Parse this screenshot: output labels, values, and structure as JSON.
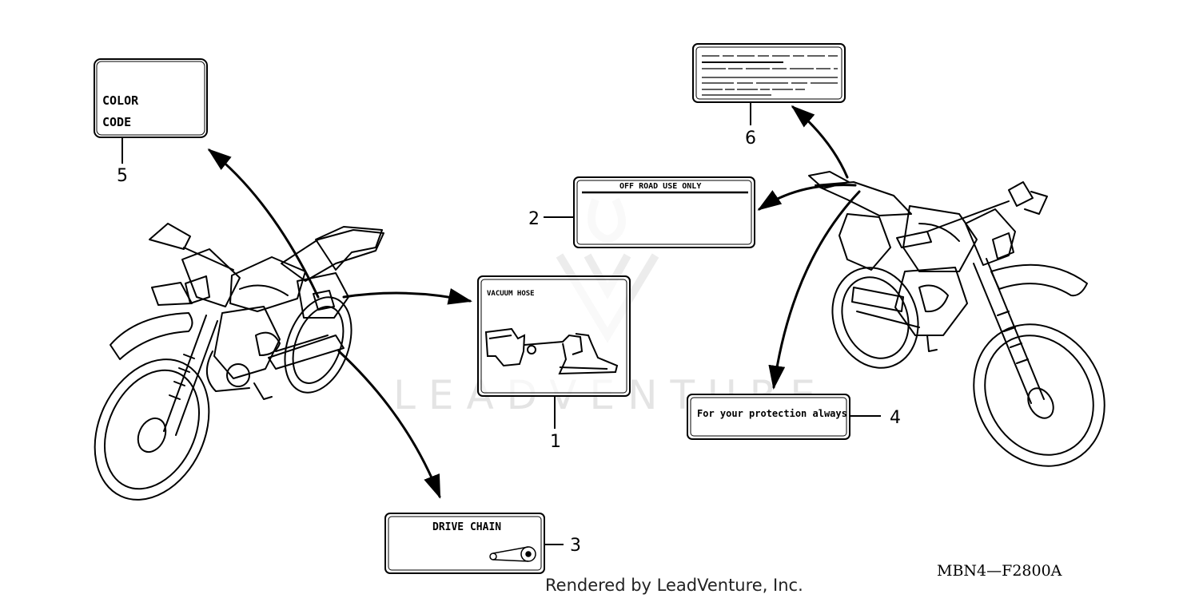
{
  "labels": {
    "color_code_line1": "COLOR",
    "color_code_line2": "CODE",
    "off_road": "OFF ROAD USE ONLY",
    "vacuum_hose": "VACUUM HOSE",
    "protection": "For your protection always",
    "drive_chain": "DRIVE CHAIN"
  },
  "callouts": {
    "n1": "1",
    "n2": "2",
    "n3": "3",
    "n4": "4",
    "n5": "5",
    "n6": "6"
  },
  "part_code": "MBN4—F2800A",
  "footer": "Rendered by LeadVenture, Inc.",
  "watermark": "LEADVENTURE",
  "colors": {
    "ink": "#000000",
    "watermark": "#e4e4e4"
  }
}
